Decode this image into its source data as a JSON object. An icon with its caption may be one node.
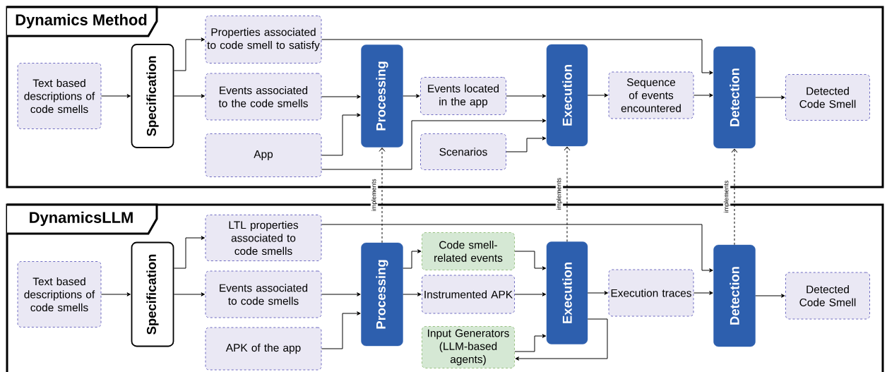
{
  "diagram": {
    "nodes": [
      {
        "text": [
          "Dynamics Method"
        ]
      },
      {
        "text": [
          "Text based descriptions of code smells"
        ],
        "in": 0
      },
      {
        "text": [
          "Specification"
        ],
        "in": 0
      },
      {
        "text": [
          "Properties associated to code smell to satisfy"
        ],
        "in": 0
      },
      {
        "text": [
          "Events associated to the code smells"
        ],
        "in": 0
      },
      {
        "text": [
          "App"
        ],
        "in": 0
      },
      {
        "text": [
          "Processing"
        ],
        "in": 0
      },
      {
        "text": [
          "Events located in the app"
        ],
        "in": 0
      },
      {
        "text": [
          "Scenarios"
        ],
        "in": 0
      },
      {
        "text": [
          "Execution"
        ],
        "in": 0
      },
      {
        "text": [
          "Sequence of events encountered"
        ],
        "in": 0
      },
      {
        "text": [
          "Detection"
        ],
        "in": 0
      },
      {
        "text": [
          "Detected Code Smell"
        ],
        "in": 0
      },
      {
        "text": [
          "DynamicsLLM"
        ]
      },
      {
        "text": [
          "Text based descriptions of code smells"
        ],
        "in": 13
      },
      {
        "text": [
          "Specification"
        ],
        "in": 13
      },
      {
        "text": [
          "LTL properties associated to code smells"
        ],
        "in": 13
      },
      {
        "text": [
          "Events associated to code smells"
        ],
        "in": 13
      },
      {
        "text": [
          "APK of the app"
        ],
        "in": 13
      },
      {
        "text": [
          "Processing"
        ],
        "in": 13
      },
      {
        "text": [
          "Code smell-related events"
        ],
        "in": 13
      },
      {
        "text": [
          "Instrumented APK"
        ],
        "in": 13
      },
      {
        "text": [
          "Input Generators (LLM-based agents)"
        ],
        "in": 13
      },
      {
        "text": [
          "Execution"
        ],
        "in": 13
      },
      {
        "text": [
          "Execution traces"
        ],
        "in": 13
      },
      {
        "text": [
          "Detection"
        ],
        "in": 13
      },
      {
        "text": [
          "Detected Code Smell"
        ],
        "in": 13
      }
    ],
    "edges": [
      {
        "from": 1,
        "to": 2,
        "arrow": "to"
      },
      {
        "from": 2,
        "to": 3,
        "arrow": "to"
      },
      {
        "from": 2,
        "to": 4,
        "arrow": "to"
      },
      {
        "from": 3,
        "to": 11,
        "arrow": "to"
      },
      {
        "from": 4,
        "to": 6,
        "arrow": "to"
      },
      {
        "from": 5,
        "to": 6,
        "arrow": "to"
      },
      {
        "from": 5,
        "to": 9,
        "arrow": "to"
      },
      {
        "from": 6,
        "to": 7,
        "arrow": "to"
      },
      {
        "from": 7,
        "to": 9,
        "arrow": "to"
      },
      {
        "from": 8,
        "to": 9,
        "arrow": "to"
      },
      {
        "from": 9,
        "to": 10,
        "arrow": "to"
      },
      {
        "from": 10,
        "to": 11,
        "arrow": "to"
      },
      {
        "from": 11,
        "to": 12,
        "arrow": "to"
      },
      {
        "from": 14,
        "to": 15,
        "arrow": "to"
      },
      {
        "from": 15,
        "to": 16,
        "arrow": "to"
      },
      {
        "from": 15,
        "to": 17,
        "arrow": "to"
      },
      {
        "from": 16,
        "to": 25,
        "arrow": "to"
      },
      {
        "from": 17,
        "to": 19,
        "arrow": "to"
      },
      {
        "from": 18,
        "to": 19,
        "arrow": "to"
      },
      {
        "from": 19,
        "to": 20,
        "arrow": "to"
      },
      {
        "from": 19,
        "to": 21,
        "arrow": "to"
      },
      {
        "from": 20,
        "to": 23,
        "arrow": "to"
      },
      {
        "from": 21,
        "to": 23,
        "arrow": "to"
      },
      {
        "from": 22,
        "to": 23,
        "arrow": "to"
      },
      {
        "from": 23,
        "to": 22,
        "arrow": "to"
      },
      {
        "from": 23,
        "to": 24,
        "arrow": "to"
      },
      {
        "from": 24,
        "to": 25,
        "arrow": "to"
      },
      {
        "from": 25,
        "to": 26,
        "arrow": "to"
      },
      {
        "from": 19,
        "to": 6,
        "arrow": "to",
        "style": "dashed",
        "label": "implements"
      },
      {
        "from": 23,
        "to": 9,
        "arrow": "to",
        "style": "dashed",
        "label": "implements"
      },
      {
        "from": 25,
        "to": 11,
        "arrow": "to",
        "style": "dashed",
        "label": "implements"
      }
    ]
  }
}
